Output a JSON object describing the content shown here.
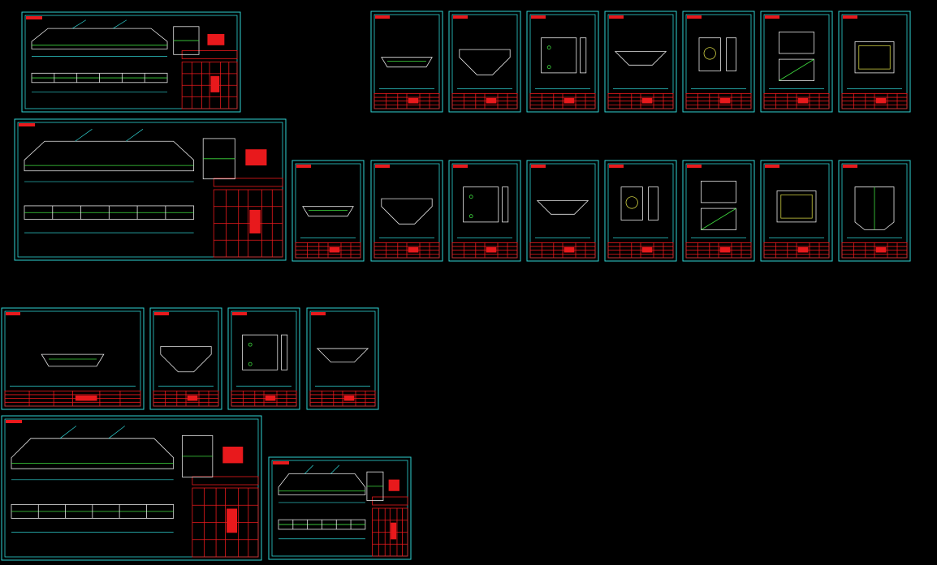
{
  "app": {
    "title": "",
    "background": "#000000"
  },
  "colors": {
    "frame": "#2fd3d3",
    "titleblock": "#e8191c",
    "geometry_white": "#e6e6e6",
    "geometry_green": "#3fdc3f",
    "dimension_yellow": "#e8e84a"
  },
  "sheets": [
    {
      "id": "A1",
      "kind": "assembly"
    },
    {
      "id": "A2",
      "kind": "part"
    },
    {
      "id": "A3",
      "kind": "part"
    },
    {
      "id": "A4",
      "kind": "part"
    },
    {
      "id": "A5",
      "kind": "part"
    },
    {
      "id": "A6",
      "kind": "part"
    },
    {
      "id": "A7",
      "kind": "part"
    },
    {
      "id": "A8",
      "kind": "part"
    },
    {
      "id": "B1",
      "kind": "assembly"
    },
    {
      "id": "B2",
      "kind": "part"
    },
    {
      "id": "B3",
      "kind": "part"
    },
    {
      "id": "B4",
      "kind": "part"
    },
    {
      "id": "B5",
      "kind": "part"
    },
    {
      "id": "B6",
      "kind": "part"
    },
    {
      "id": "B7",
      "kind": "part"
    },
    {
      "id": "B8",
      "kind": "part"
    },
    {
      "id": "B9",
      "kind": "part"
    },
    {
      "id": "C1",
      "kind": "part-wide"
    },
    {
      "id": "C2",
      "kind": "part"
    },
    {
      "id": "C3",
      "kind": "part"
    },
    {
      "id": "C4",
      "kind": "part"
    },
    {
      "id": "D1",
      "kind": "assembly"
    },
    {
      "id": "D2",
      "kind": "assembly"
    }
  ]
}
